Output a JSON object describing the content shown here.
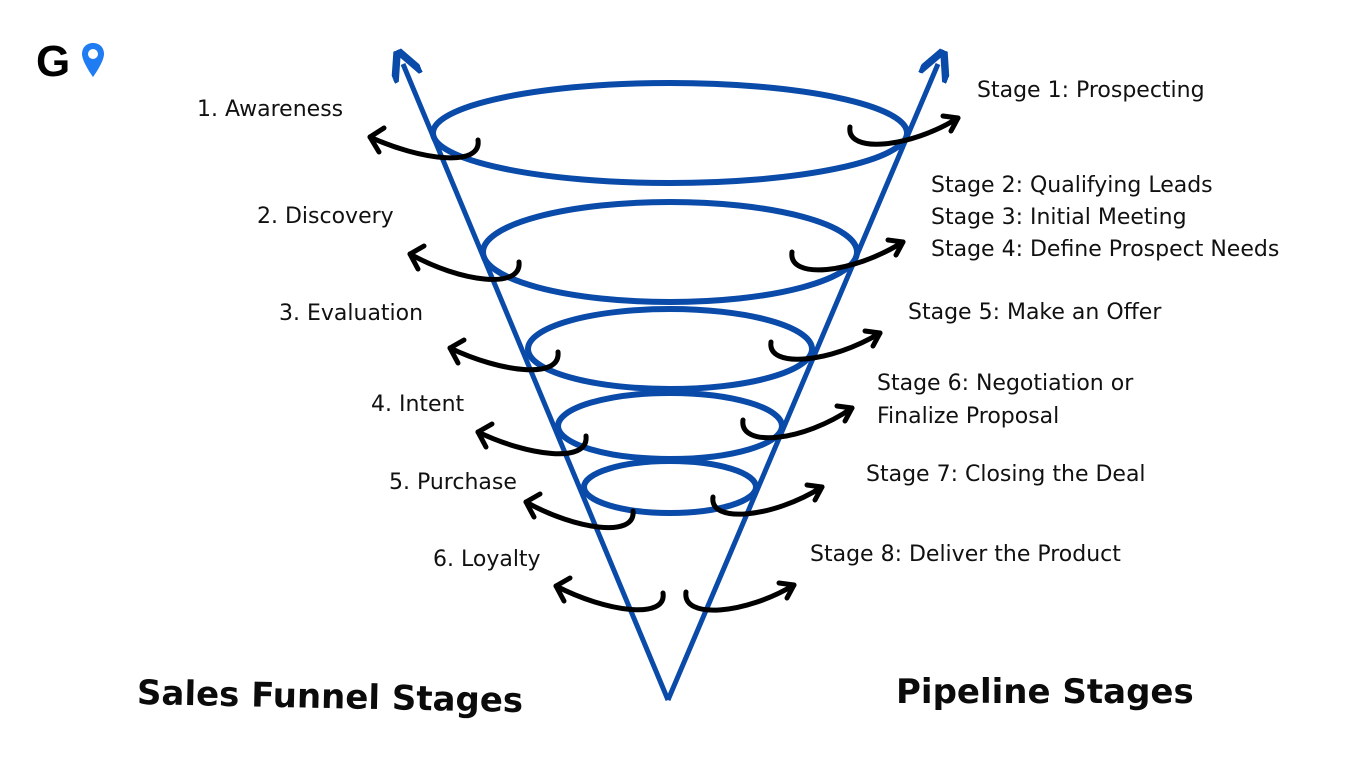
{
  "logo": {
    "letter": "G",
    "icon": "map-pin-icon",
    "color": "#1f7cf2"
  },
  "funnel": {
    "color": "#0a4aa8",
    "arrow_color": "#000000"
  },
  "left_stages": [
    "1. Awareness",
    "2. Discovery",
    "3. Evaluation",
    "4. Intent",
    "5. Purchase",
    "6. Loyalty"
  ],
  "right_stages": [
    "Stage 1: Prospecting",
    "Stage 2: Qualifying Leads",
    "Stage 3: Initial Meeting",
    "Stage 4: Define Prospect Needs",
    "Stage 5: Make an Offer",
    "Stage 6: Negotiation or",
    "Finalize Proposal",
    "Stage 7: Closing the Deal",
    "Stage 8: Deliver the Product"
  ],
  "titles": {
    "left": "Sales Funnel Stages",
    "right": "Pipeline Stages"
  }
}
